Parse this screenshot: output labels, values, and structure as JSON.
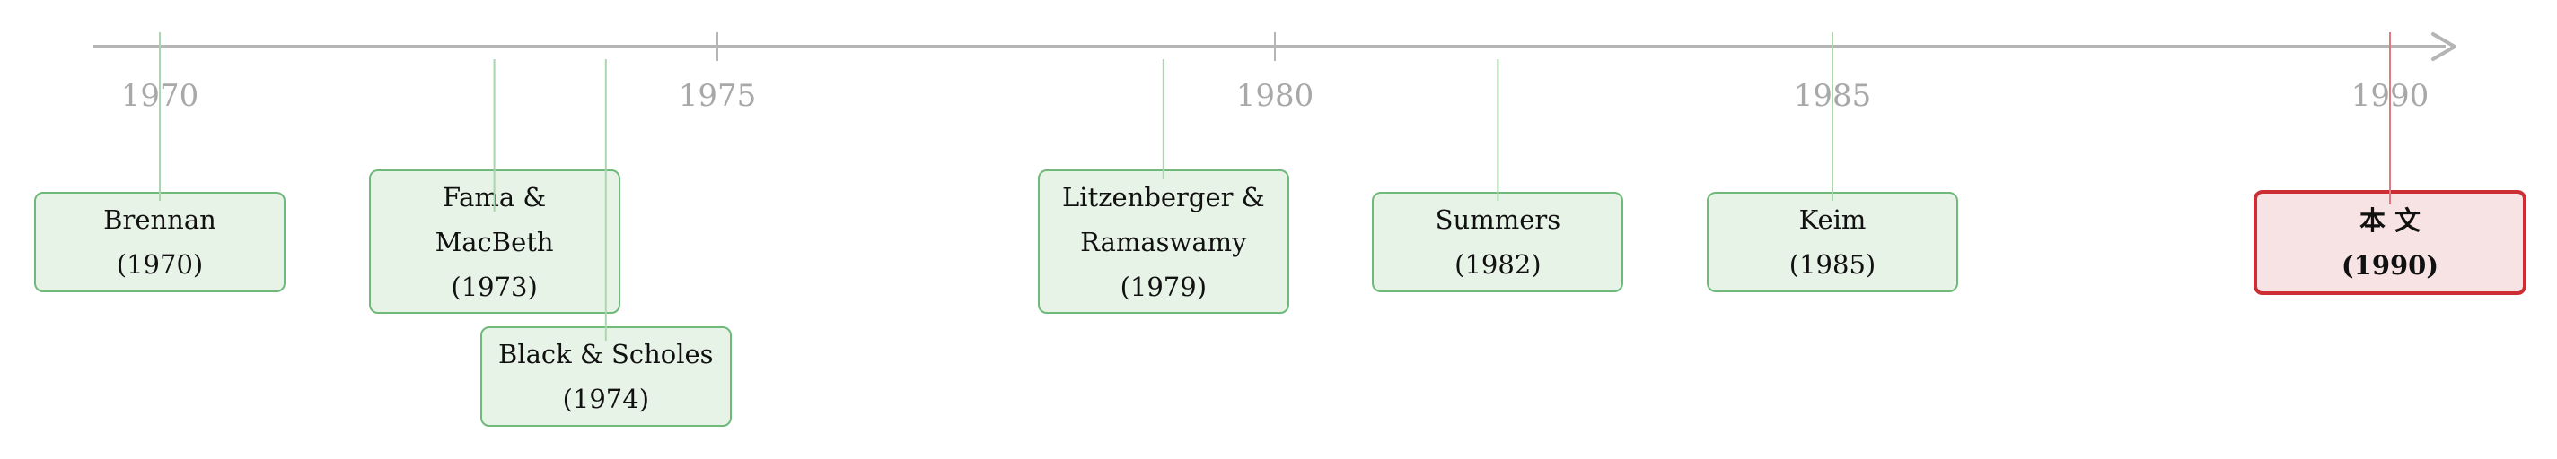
{
  "axis": {
    "ticks": [
      1970,
      1975,
      1980,
      1985,
      1990
    ],
    "tick_labels": [
      "1970",
      "1975",
      "1980",
      "1985",
      "1990"
    ],
    "color": "#b5b5b5"
  },
  "events": [
    {
      "id": "brennan",
      "lines": [
        "Brennan",
        "(1970)"
      ],
      "year": 1970,
      "highlight": false
    },
    {
      "id": "fama-macbeth",
      "lines": [
        "Fama &",
        "MacBeth",
        "(1973)"
      ],
      "year": 1973,
      "highlight": false
    },
    {
      "id": "black-scholes",
      "lines": [
        "Black & Scholes",
        "(1974)"
      ],
      "year": 1974,
      "highlight": false
    },
    {
      "id": "litzenberger-ramaswamy",
      "lines": [
        "Litzenberger &",
        "Ramaswamy",
        "(1979)"
      ],
      "year": 1979,
      "highlight": false
    },
    {
      "id": "summers",
      "lines": [
        "Summers",
        "(1982)"
      ],
      "year": 1982,
      "highlight": false
    },
    {
      "id": "keim",
      "lines": [
        "Keim",
        "(1985)"
      ],
      "year": 1985,
      "highlight": false
    },
    {
      "id": "this-paper",
      "lines": [
        "本 文",
        "(1990)"
      ],
      "year": 1990,
      "highlight": true
    }
  ],
  "colors": {
    "event_border": "#6fb97a",
    "event_fill": "#e8f3e8",
    "event_connector": "#a9d6ad",
    "highlight_border": "#cc2e33",
    "highlight_fill": "#f7e3e4",
    "highlight_connector": "#e07a80"
  }
}
